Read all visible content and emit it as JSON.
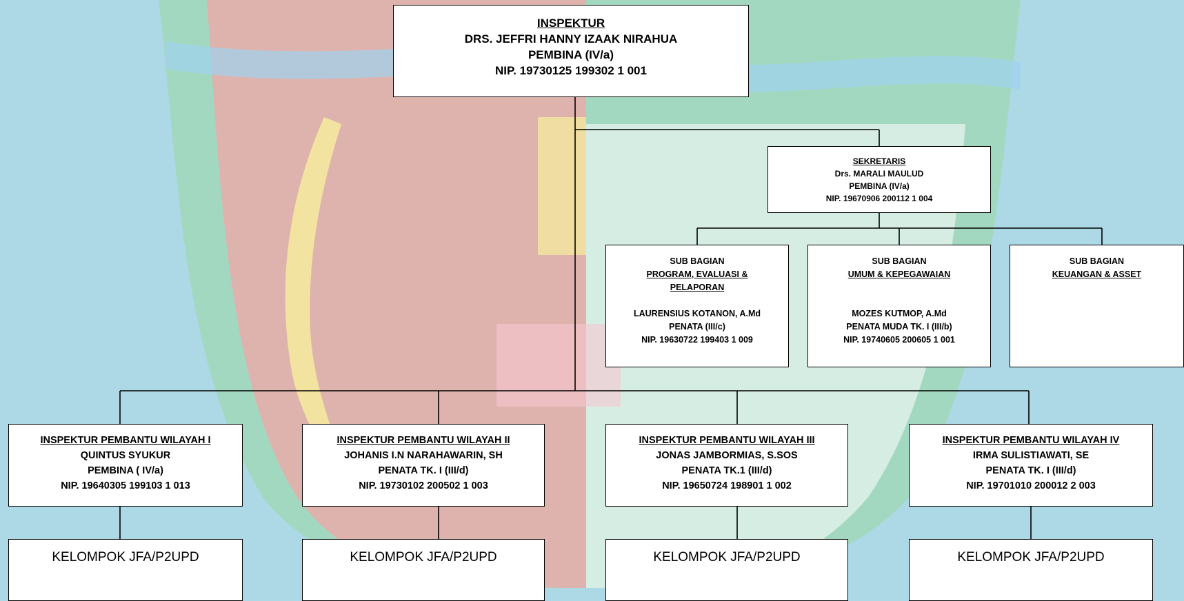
{
  "head": {
    "title": "INSPEKTUR",
    "name": "DRS. JEFFRI HANNY IZAAK NIRAHUA",
    "rank": "PEMBINA (IV/a)",
    "nip": "NIP. 19730125 199302 1 001"
  },
  "secretary": {
    "title": "SEKRETARIS",
    "name": "Drs. MARALI MAULUD",
    "rank": "PEMBINA (IV/a)",
    "nip": "NIP. 19670906 200112 1 004"
  },
  "sub_bagian": [
    {
      "label": "SUB BAGIAN",
      "unit_line1": "PROGRAM, EVALUASI &",
      "unit_line2": "PELAPORAN",
      "name": "LAURENSIUS KOTANON, A.Md",
      "rank": "PENATA (III/c)",
      "nip": "NIP. 19630722 199403 1 009"
    },
    {
      "label": "SUB BAGIAN",
      "unit_line1": "UMUM & KEPEGAWAIAN",
      "unit_line2": "",
      "name": "MOZES KUTMOP, A.Md",
      "rank": "PENATA MUDA TK. I (III/b)",
      "nip": "NIP. 19740605 200605 1 001"
    },
    {
      "label": "SUB BAGIAN",
      "unit_line1": "KEUANGAN & ASSET",
      "unit_line2": "",
      "name": "",
      "rank": "",
      "nip": ""
    }
  ],
  "inspektur_pembantu": [
    {
      "title": "INSPEKTUR PEMBANTU WILAYAH I",
      "name": "QUINTUS SYUKUR",
      "rank": "PEMBINA ( IV/a)",
      "nip": "NIP. 19640305 199103 1 013"
    },
    {
      "title": "INSPEKTUR PEMBANTU WILAYAH II",
      "name": "JOHANIS I.N NARAHAWARIN, SH",
      "rank": "PENATA TK. I (III/d)",
      "nip": "NIP. 19730102 200502 1 003"
    },
    {
      "title": "INSPEKTUR PEMBANTU WILAYAH III",
      "name": "JONAS JAMBORMIAS, S.SOS",
      "rank": "PENATA TK.1 (III/d)",
      "nip": "NIP. 19650724 198901 1 002"
    },
    {
      "title": "INSPEKTUR PEMBANTU WILAYAH IV",
      "name": "IRMA SULISTIAWATI, SE",
      "rank": "PENATA TK. I (III/d)",
      "nip": "NIP. 19701010 200012 2 003"
    }
  ],
  "kelompok": [
    {
      "label": "KELOMPOK JFA/P2UPD"
    },
    {
      "label": "KELOMPOK JFA/P2UPD"
    },
    {
      "label": "KELOMPOK JFA/P2UPD"
    },
    {
      "label": "KELOMPOK JFA/P2UPD"
    }
  ],
  "colors": {
    "background": "#add8e6",
    "shield_green": "#9ad9a0",
    "shield_red": "#f2a7a7",
    "shield_yellow": "#f7ef9c",
    "box_fill": "#ffffff",
    "line": "#000000"
  }
}
